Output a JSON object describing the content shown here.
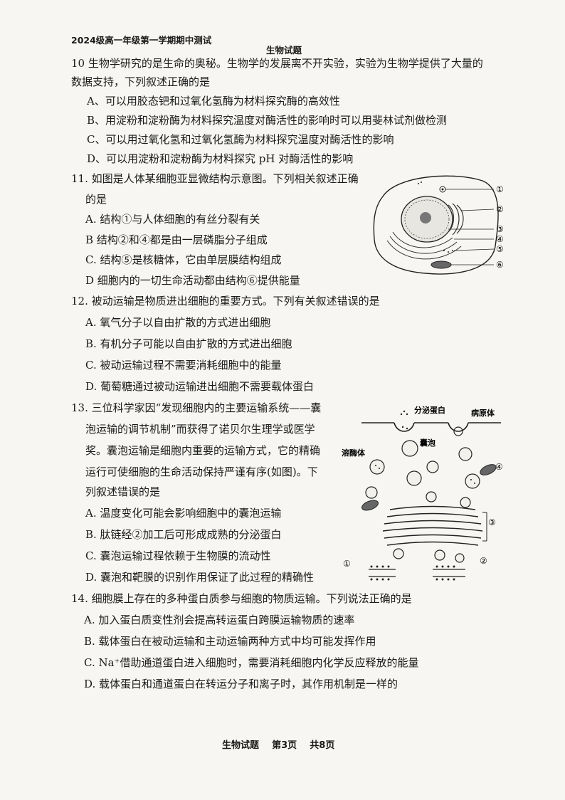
{
  "header": {
    "exam_title": "2024级高一年级第一学期期中测试",
    "subject_title": "生物试题"
  },
  "q10": {
    "stem_line1": "10  生物学研究的是生命的奥秘。生物学的发展离不开实验，实验为生物学提供了大量的",
    "stem_line2": "数据支持，下列叙述正确的是",
    "option_a": "A、可以用胶态钯和过氧化氢酶为材料探究酶的高效性",
    "option_b": "B、用淀粉和淀粉酶为材料探究温度对酶活性的影响时可以用斐林试剂做检测",
    "option_c": "C、可以用过氧化氢和过氧化氢酶为材料探究温度对酶活性的影响",
    "option_d": "D、可以用淀粉和淀粉酶为材料探究 pH 对酶活性的影响"
  },
  "q11": {
    "stem_line1": "11. 如图是人体某细胞亚显微结构示意图。下列相关叙述正确",
    "stem_line2": "的是",
    "option_a": "A. 结构①与人体细胞的有丝分裂有关",
    "option_b": "B  结构②和④都是由一层磷脂分子组成",
    "option_c": "C. 结构⑤是核糖体，它由单层膜结构组成",
    "option_d": "D  细胞内的一切生命活动都由结构⑥提供能量",
    "figure_labels": [
      "①",
      "②",
      "③",
      "④",
      "⑤",
      "⑥"
    ]
  },
  "q12": {
    "stem": "12. 被动运输是物质进出细胞的重要方式。下列有关叙述错误的是",
    "option_a": "A. 氧气分子以自由扩散的方式进出细胞",
    "option_b": "B. 有机分子可能以自由扩散的方式进出细胞",
    "option_c": "C. 被动运输过程不需要消耗细胞中的能量",
    "option_d": "D. 葡萄糖通过被动运输进出细胞不需要载体蛋白"
  },
  "q13": {
    "stem_line1": "13. 三位科学家因“发现细胞内的主要运输系统——囊",
    "stem_line2": "泡运输的调节机制”而获得了诺贝尔生理学或医学",
    "stem_line3": "奖。囊泡运输是细胞内重要的运输方式，它的精确",
    "stem_line4": "运行可使细胞的生命活动保持严谨有序(如图)。下",
    "stem_line5": "列叙述错误的是",
    "option_a": "A. 温度变化可能会影响细胞中的囊泡运输",
    "option_b": "B. 肽链经②加工后可形成成熟的分泌蛋白",
    "option_c": "C. 囊泡运输过程依赖于生物膜的流动性",
    "option_d": "D. 囊泡和靶膜的识别作用保证了此过程的精确性",
    "figure": {
      "label_secretory_protein": "分泌蛋白",
      "label_pathogen": "病原体",
      "label_vesicle": "囊泡",
      "label_lysosome": "溶酶体",
      "label_1": "①",
      "label_2": "②",
      "label_3": "③",
      "label_4": "④"
    }
  },
  "q14": {
    "stem": "14. 细胞膜上存在的多种蛋白质参与细胞的物质运输。下列说法正确的是",
    "option_a": "A. 加入蛋白质变性剂会提高转运蛋白跨膜运输物质的速率",
    "option_b": "B. 载体蛋白在被动运输和主动运输两种方式中均可能发挥作用",
    "option_c": "C. Na⁺借助通道蛋白进入细胞时，需要消耗细胞内化学反应释放的能量",
    "option_d": "D. 载体蛋白和通道蛋白在转运分子和离子时，其作用机制是一样的"
  },
  "footer": {
    "subject": "生物试题",
    "page": "第3页",
    "total": "共8页"
  }
}
